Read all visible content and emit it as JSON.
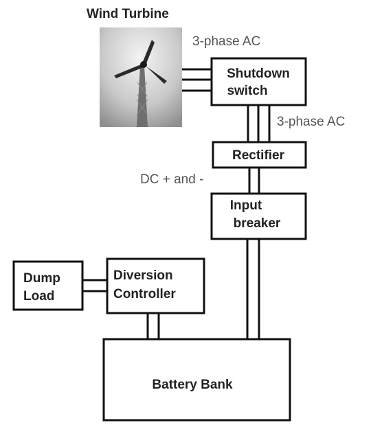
{
  "diagram": {
    "title": "Wind Turbine",
    "labels": {
      "ac_top": "3-phase AC",
      "ac_right": "3-phase AC",
      "dc": "DC + and -"
    },
    "blocks": {
      "shutdown": [
        "Shutdown",
        "switch"
      ],
      "rectifier": "Rectifier",
      "input_breaker": [
        "Input",
        "breaker"
      ],
      "diversion": [
        "Diversion",
        "Controller"
      ],
      "dump_load": [
        "Dump",
        "Load"
      ],
      "battery": "Battery Bank"
    }
  },
  "colors": {
    "line": "#111111",
    "text": "#222222",
    "label_gray": "#555555",
    "photo_bg": "#a9a9a9"
  },
  "icons": [
    "wind-turbine-image"
  ]
}
